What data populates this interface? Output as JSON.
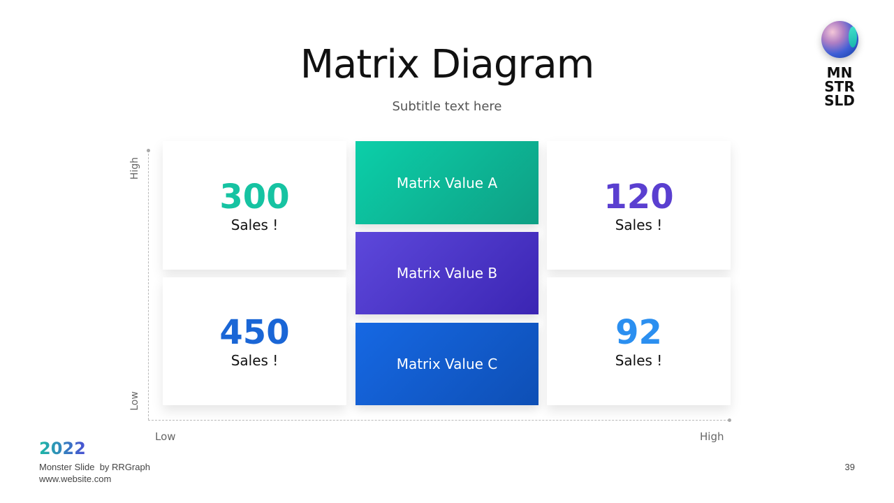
{
  "slide": {
    "title": "Matrix Diagram",
    "subtitle": "Subtitle text here"
  },
  "logo": {
    "text_line1": "MN",
    "text_line2": "STR",
    "text_line3": "SLD"
  },
  "axes": {
    "y_high": "High",
    "y_low": "Low",
    "x_low": "Low",
    "x_high": "High"
  },
  "quadrants": {
    "top_left": {
      "value": "300",
      "label": "Sales !",
      "color": "#16c3a2"
    },
    "top_right": {
      "value": "120",
      "label": "Sales !",
      "color": "#5a3fd0"
    },
    "bottom_left": {
      "value": "450",
      "label": "Sales !",
      "color": "#1a66d6"
    },
    "bottom_right": {
      "value": "92",
      "label": "Sales !",
      "color": "#2b8ff0"
    }
  },
  "matrix_values": {
    "a": {
      "label": "Matrix Value A",
      "color_start": "#0ccfa9",
      "color_end": "#0e9f84"
    },
    "b": {
      "label": "Matrix Value B",
      "color_start": "#5d48db",
      "color_end": "#3b25b3"
    },
    "c": {
      "label": "Matrix Value C",
      "color_start": "#1668e3",
      "color_end": "#0e4fb5"
    }
  },
  "footer": {
    "year": "2022",
    "credit": "Monster Slide  by RRGraph",
    "website": "www.website.com",
    "page_number": "39"
  }
}
